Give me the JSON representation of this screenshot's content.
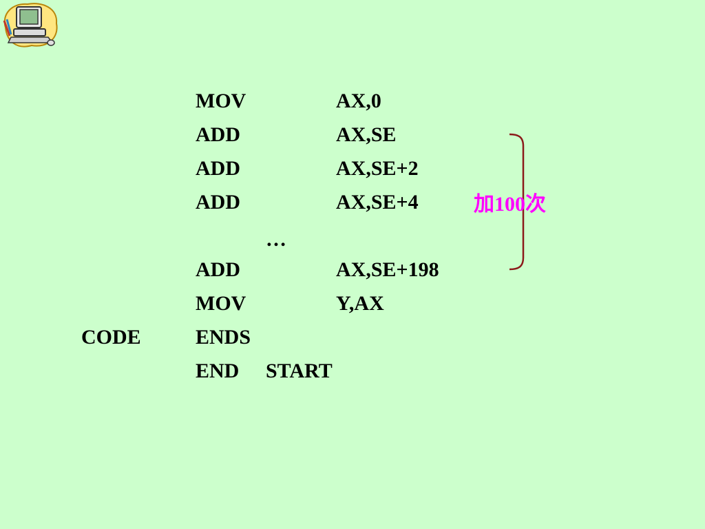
{
  "logo": {
    "icon": "computer-icon"
  },
  "code": [
    {
      "label": "",
      "op": "MOV",
      "arg": "AX,0"
    },
    {
      "label": "",
      "op": "ADD",
      "arg": "AX,SE"
    },
    {
      "label": "",
      "op": "ADD",
      "arg": "AX,SE+2"
    },
    {
      "label": "",
      "op": "ADD",
      "arg": "AX,SE+4"
    },
    {
      "dots": "…"
    },
    {
      "label": "",
      "op": "ADD",
      "arg": "AX,SE+198"
    },
    {
      "label": "",
      "op": "MOV",
      "arg": "Y,AX"
    },
    {
      "label": "CODE",
      "op": "ENDS",
      "arg": ""
    },
    {
      "label": "",
      "op": "END",
      "start": "START"
    }
  ],
  "annotation": {
    "text": "加100次",
    "bracket_color": "#8b1a1a",
    "text_color": "#ff00ff"
  },
  "colors": {
    "background": "#ccffcc",
    "text": "#000000"
  }
}
